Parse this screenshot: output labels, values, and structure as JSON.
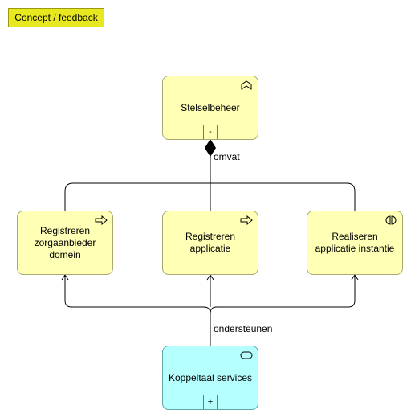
{
  "badge": {
    "label": "Concept / feedback"
  },
  "nodes": {
    "stelselbeheer": {
      "label": "Stelselbeheer",
      "toggle": "-",
      "icon": "business-function-icon"
    },
    "registreren_zorgaanbieder": {
      "label": "Registreren zorgaanbieder domein",
      "icon": "business-process-icon"
    },
    "registreren_applicatie": {
      "label": "Registreren applicatie",
      "icon": "business-process-icon"
    },
    "realiseren_applicatie": {
      "label": "Realiseren applicatie instantie",
      "icon": "business-interaction-icon"
    },
    "koppeltaal_services": {
      "label": "Koppeltaal services",
      "toggle": "+",
      "icon": "service-icon"
    }
  },
  "edges": {
    "composition_label": "omvat",
    "serving_label": "ondersteunen"
  },
  "colors": {
    "business_fill": "#ffffb5",
    "technology_fill": "#b5ffff",
    "badge_fill": "#e8e820"
  }
}
